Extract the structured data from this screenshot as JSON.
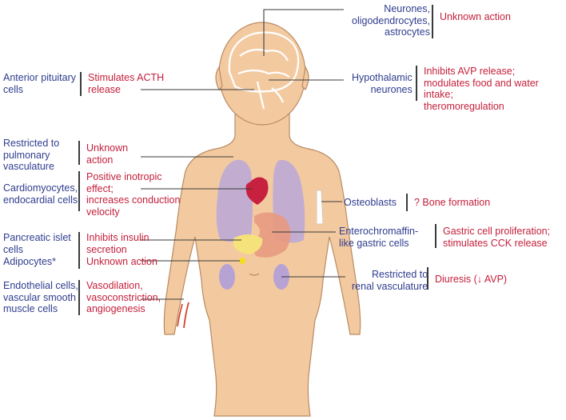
{
  "colors": {
    "cell_text": "#2f3d8e",
    "action_text": "#c41f3b",
    "skin": "#f3caa0",
    "skin_outline": "#b88a62",
    "lungs": "#b9a8d8",
    "heart": "#c8203f",
    "stomach": "#e89a80",
    "pancreas": "#f6e27a",
    "kidneys": "#b7a2d4",
    "leader": "#3a3a3a",
    "vessels": "#d0452c"
  },
  "rows": [
    {
      "cell": "Neurones,\noligodendrocytes,\nastrocytes",
      "action": "Unknown action"
    },
    {
      "cell": "Anterior pituitary\ncells",
      "action": "Stimulates ACTH\nrelease"
    },
    {
      "cell": "Hypothalamic\nneurones",
      "action": "Inhibits AVP release;\nmodulates food and water intake;\ntheromoregulation"
    },
    {
      "cell": "Restricted to\npulmonary\nvasculature",
      "action": "Unknown\naction"
    },
    {
      "cell": "Cardiomyocytes,\nendocardial cells",
      "action": "Positive inotropic\neffect;\nincreases conduction\nvelocity"
    },
    {
      "cell": "Osteoblasts",
      "action": "? Bone formation"
    },
    {
      "cell": "Enterochromaffin-\nlike gastric cells",
      "action": "Gastric cell proliferation;\nstimulates CCK release"
    },
    {
      "cell": "Pancreatic islet\ncells",
      "action": "Inhibits insulin\nsecretion"
    },
    {
      "cell": "Adipocytes*",
      "action": "Unknown action"
    },
    {
      "cell": "Restricted to\nrenal vasculature",
      "action": "Diuresis (↓ AVP)"
    },
    {
      "cell": "Endothelial cells,\nvascular smooth\nmuscle cells",
      "action": "Vasodilation,\nvasoconstriction,\nangiogenesis"
    }
  ]
}
